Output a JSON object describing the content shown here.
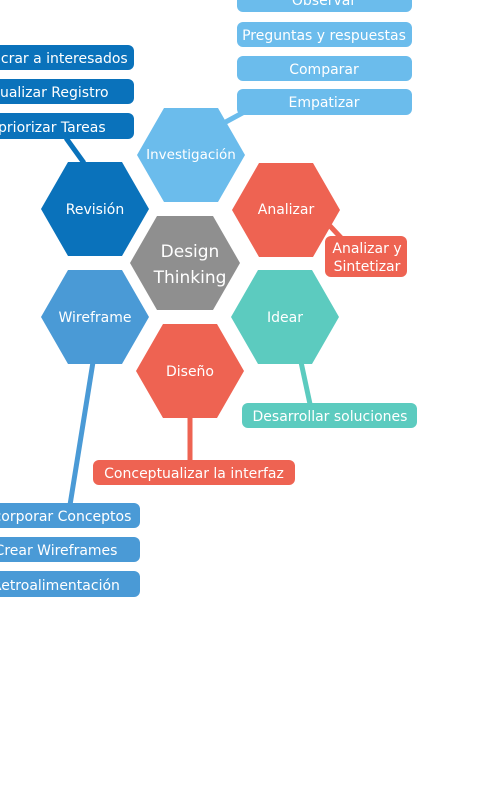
{
  "colors": {
    "investigacion": "#6bbcec",
    "analizar": "#ee6352",
    "idear": "#5ccbbf",
    "diseno": "#ee6352",
    "wireframe": "#4a9ad6",
    "revision": "#0a72bb",
    "center": "#8f8f8f"
  },
  "center": {
    "line1": "Design",
    "line2": "Thinking"
  },
  "hexagons": {
    "investigacion": "Investigación",
    "analizar": "Analizar",
    "idear": "Idear",
    "diseno": "Diseño",
    "wireframe": "Wireframe",
    "revision": "Revisión"
  },
  "tags": {
    "investigacion": [
      "Observar",
      "Preguntas y respuestas",
      "Comparar",
      "Empatizar"
    ],
    "revision": [
      "Involucrar a interesados",
      "Actualizar Registro",
      "Repriorizar Tareas"
    ],
    "analizar": [
      "Analizar y",
      "Sintetizar"
    ],
    "idear": [
      "Desarrollar soluciones"
    ],
    "diseno": [
      "Conceptualizar la interfaz"
    ],
    "wireframe": [
      "Incorporar Conceptos",
      "Crear Wireframes",
      "Retroalimentación"
    ]
  }
}
